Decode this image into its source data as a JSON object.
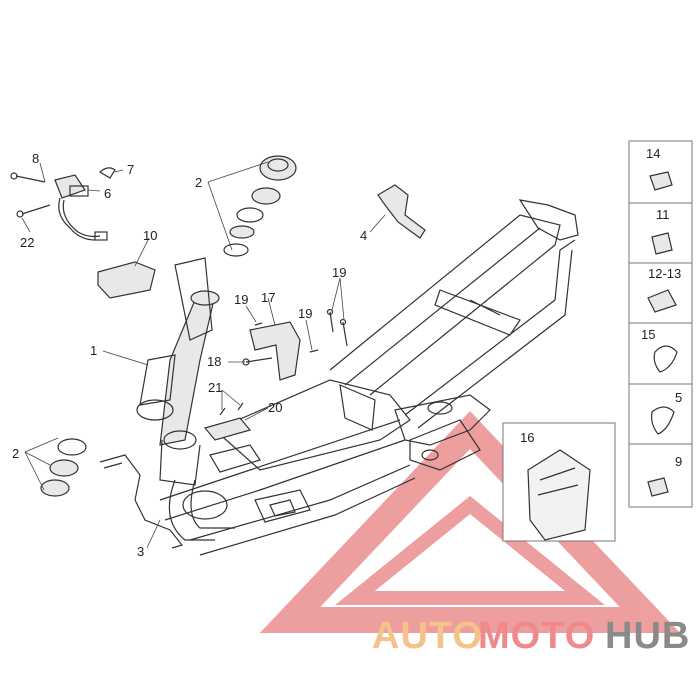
{
  "callouts": {
    "c1": "1",
    "c2a": "2",
    "c2b": "2",
    "c3": "3",
    "c4": "4",
    "c6": "6",
    "c7": "7",
    "c8": "8",
    "c10": "10",
    "c17": "17",
    "c18": "18",
    "c19a": "19",
    "c19b": "19",
    "c19c": "19",
    "c20": "20",
    "c21": "21",
    "c22": "22",
    "c16": "16"
  },
  "side_panel": [
    "14",
    "11",
    "12-13",
    "15",
    "5",
    "9"
  ],
  "watermark": {
    "part1": "AUTO",
    "part2": "MOTO",
    "part3": "HUB",
    "color_auto": "#f5c28a",
    "color_moto": "#f08a8a",
    "color_hub": "#8a8a8a",
    "triangle_color": "#e05050"
  }
}
